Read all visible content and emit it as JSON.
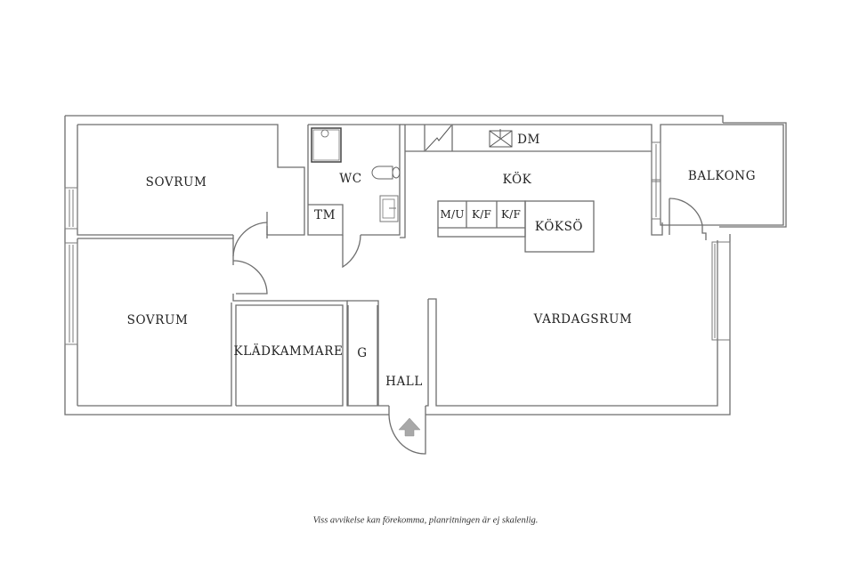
{
  "floorplan": {
    "rooms": {
      "sovrum_top": "SOVRUM",
      "sovrum_bottom": "SOVRUM",
      "wc": "WC",
      "tm": "TM",
      "kok": "KÖK",
      "dm": "DM",
      "mu": "M/U",
      "kf1": "K/F",
      "kf2": "K/F",
      "kokso": "KÖKSÖ",
      "balkong": "BALKONG",
      "vardagsrum": "VARDAGSRUM",
      "kladkammare": "KLÄDKAMMARE",
      "g": "G",
      "hall": "HALL"
    },
    "icons": {
      "entrance": "entrance-arrow-icon",
      "shower": "shower-icon",
      "toilet": "toilet-icon",
      "sink": "sink-icon",
      "stove_hood": "fan-icon",
      "electrical": "electrical-panel-icon"
    },
    "colors": {
      "wall": "#6e6e6e",
      "arrow": "#a8a8a8",
      "text": "#222222"
    }
  },
  "footer": {
    "disclaimer": "Viss avvikelse kan förekomma, planritningen är ej skalenlig."
  }
}
